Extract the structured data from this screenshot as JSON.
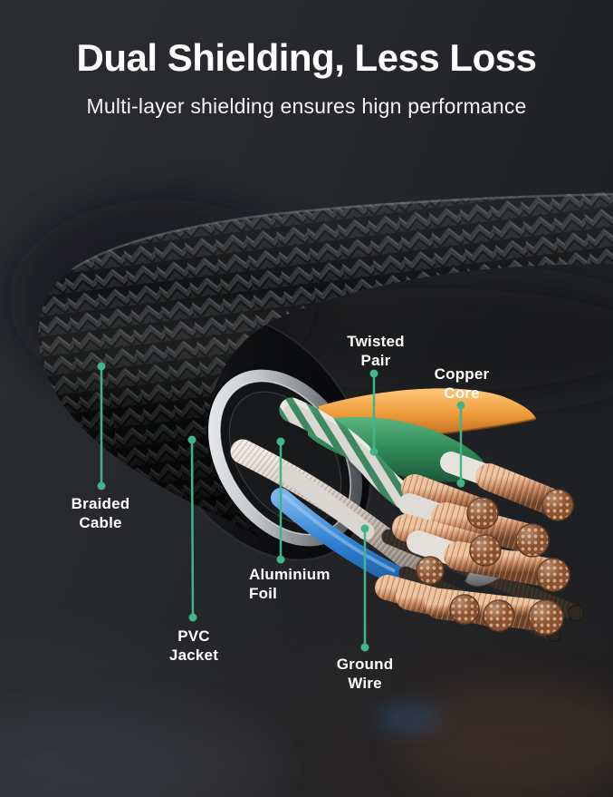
{
  "header": {
    "title": "Dual Shielding, Less Loss",
    "subtitle": "Multi-layer shielding ensures hign performance"
  },
  "diagram": {
    "labels": [
      {
        "id": "twisted-pair",
        "text": "Twisted\nPair"
      },
      {
        "id": "copper-core",
        "text": "Copper\nCore"
      },
      {
        "id": "braided-cable",
        "text": "Braided\nCable"
      },
      {
        "id": "aluminium-foil",
        "text": "Aluminium\nFoil"
      },
      {
        "id": "pvc-jacket",
        "text": "PVC\nJacket"
      },
      {
        "id": "ground-wire",
        "text": "Ground\nWire"
      }
    ],
    "colors": {
      "accent": "#41b589",
      "text": "#ffffff",
      "background": "#232528",
      "copper": "#b97a55",
      "orange_wire": "#ef9b3a",
      "green_wire": "#2f8a5a",
      "blue_wire": "#2f80d0",
      "silver_shield": "#d8cfc7",
      "braid": "#141517"
    }
  }
}
